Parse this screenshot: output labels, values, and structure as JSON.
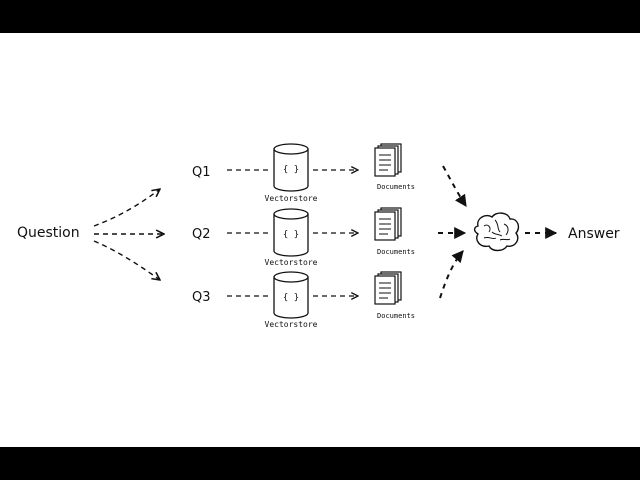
{
  "diagram": {
    "question_label": "Question",
    "queries": [
      {
        "label": "Q1",
        "store_label": "Vectorstore",
        "store_glyph": "{ }",
        "docs_label": "Documents"
      },
      {
        "label": "Q2",
        "store_label": "Vectorstore",
        "store_glyph": "{ }",
        "docs_label": "Documents"
      },
      {
        "label": "Q3",
        "store_label": "Vectorstore",
        "store_glyph": "{ }",
        "docs_label": "Documents"
      }
    ],
    "answer_label": "Answer",
    "icons": {
      "store": "database-cylinder-icon",
      "docs": "documents-stack-icon",
      "llm": "brain-icon"
    },
    "colors": {
      "ink": "#111111",
      "background": "#ffffff",
      "letterbox": "#000000"
    }
  }
}
